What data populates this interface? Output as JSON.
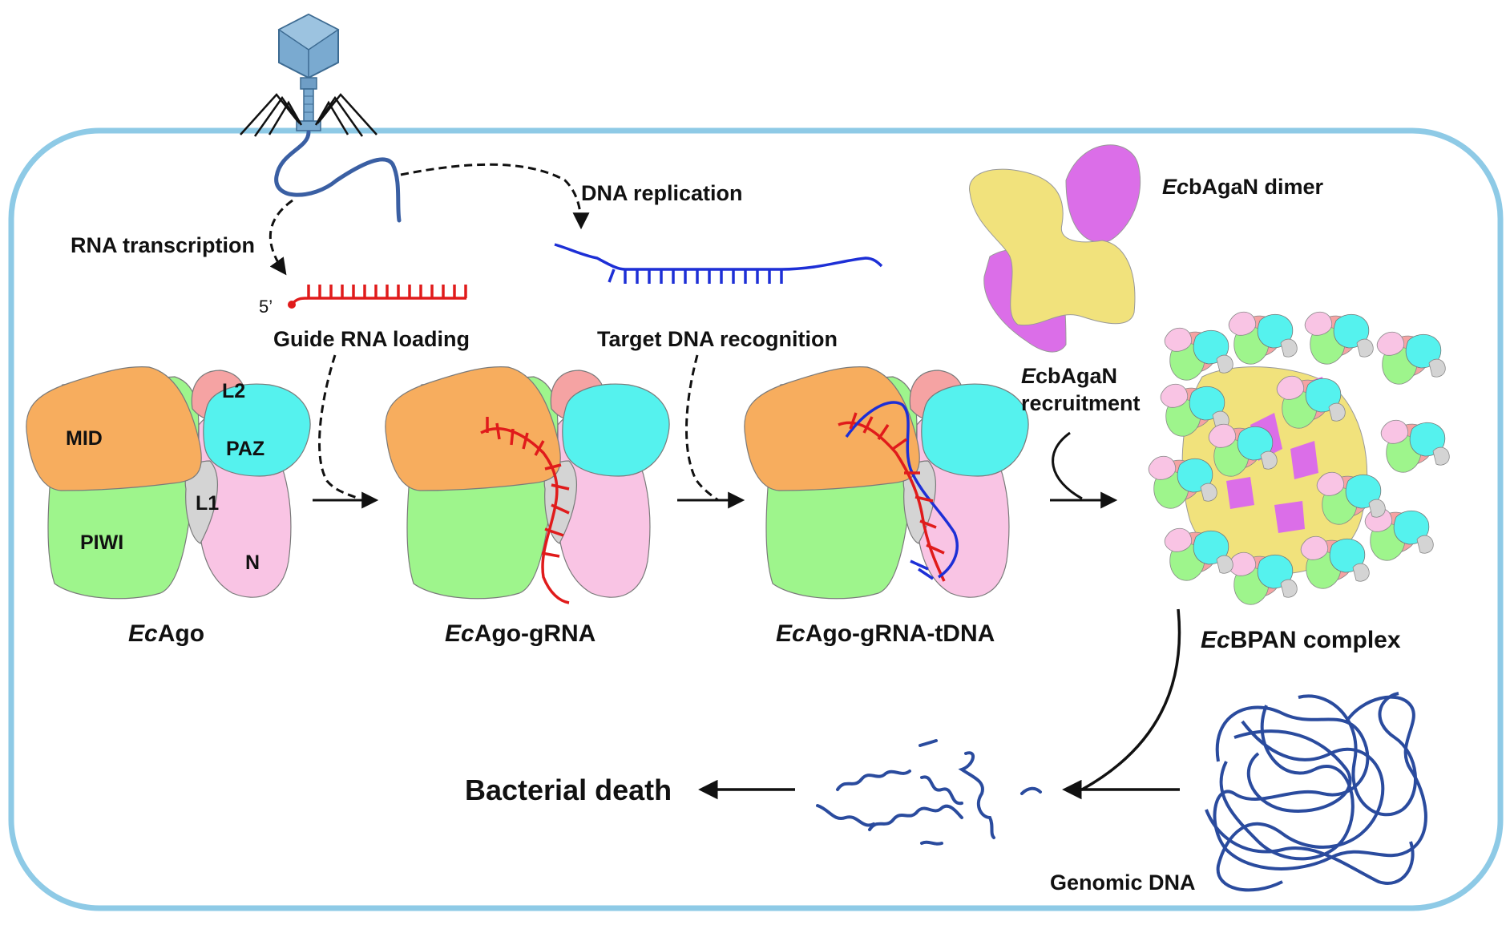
{
  "labels": {
    "rna_transcription": "RNA transcription",
    "dna_replication": "DNA replication",
    "five_prime": "5’",
    "guide_rna_loading": "Guide RNA loading",
    "target_dna_recognition": "Target DNA recognition",
    "dimer_italic": "Ec",
    "dimer_rest": "bAgaN dimer",
    "recruit_line1_italic": "E",
    "recruit_line1_rest": "cbAgaN",
    "recruit_line2": "recruitment",
    "bacterial_death": "Bacterial death",
    "genomic_dna": "Genomic DNA"
  },
  "domains": {
    "mid": "MID",
    "l2": "L2",
    "paz": "PAZ",
    "l1": "L1",
    "piwi": "PIWI",
    "n": "N"
  },
  "titles": {
    "ecago": {
      "italic": "Ec",
      "rest": "Ago"
    },
    "ecago_grna": {
      "italic": "Ec",
      "rest": "Ago-gRNA"
    },
    "ecago_grna_tdna": {
      "italic": "Ec",
      "rest": "Ago-gRNA-tDNA"
    },
    "ecbpan": {
      "italic": "Ec",
      "rest": "BPAN complex"
    }
  },
  "colors": {
    "cell_border": "#8ecae6",
    "mid": "#f7ad5e",
    "piwi": "#9ef58c",
    "paz": "#55f2ee",
    "l2": "#f5a3a3",
    "l1": "#d4d4d4",
    "n": "#f9c4e4",
    "agan_yellow": "#f1e27c",
    "agan_magenta": "#db6ee8",
    "rna": "#e01b1b",
    "dna": "#1d2fd6",
    "genomic": "#2a4b9e",
    "phage": "#7aaad0"
  }
}
